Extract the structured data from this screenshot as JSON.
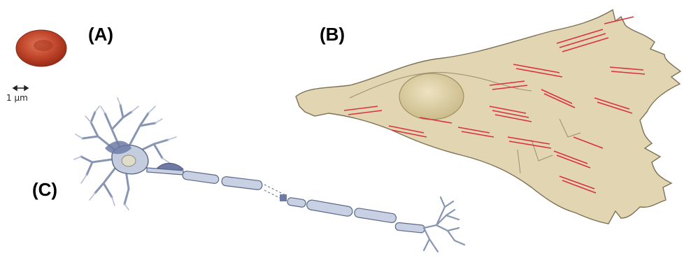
{
  "labels": {
    "a": "(A)",
    "b": "(B)",
    "c": "(C)"
  },
  "scale_bar": {
    "text": "1 µm"
  },
  "colors": {
    "red_blood_cell": "#b8391f",
    "fibroblast_body": "#e2d5b2",
    "fibroblast_outline": "#7d7157",
    "nucleus": "#d8cb9b",
    "stress_fibers": "#d9323f",
    "neuron_body": "#c4cde0",
    "neuron_outline": "#5b6786",
    "neuron_dark": "#6d7aa5"
  }
}
